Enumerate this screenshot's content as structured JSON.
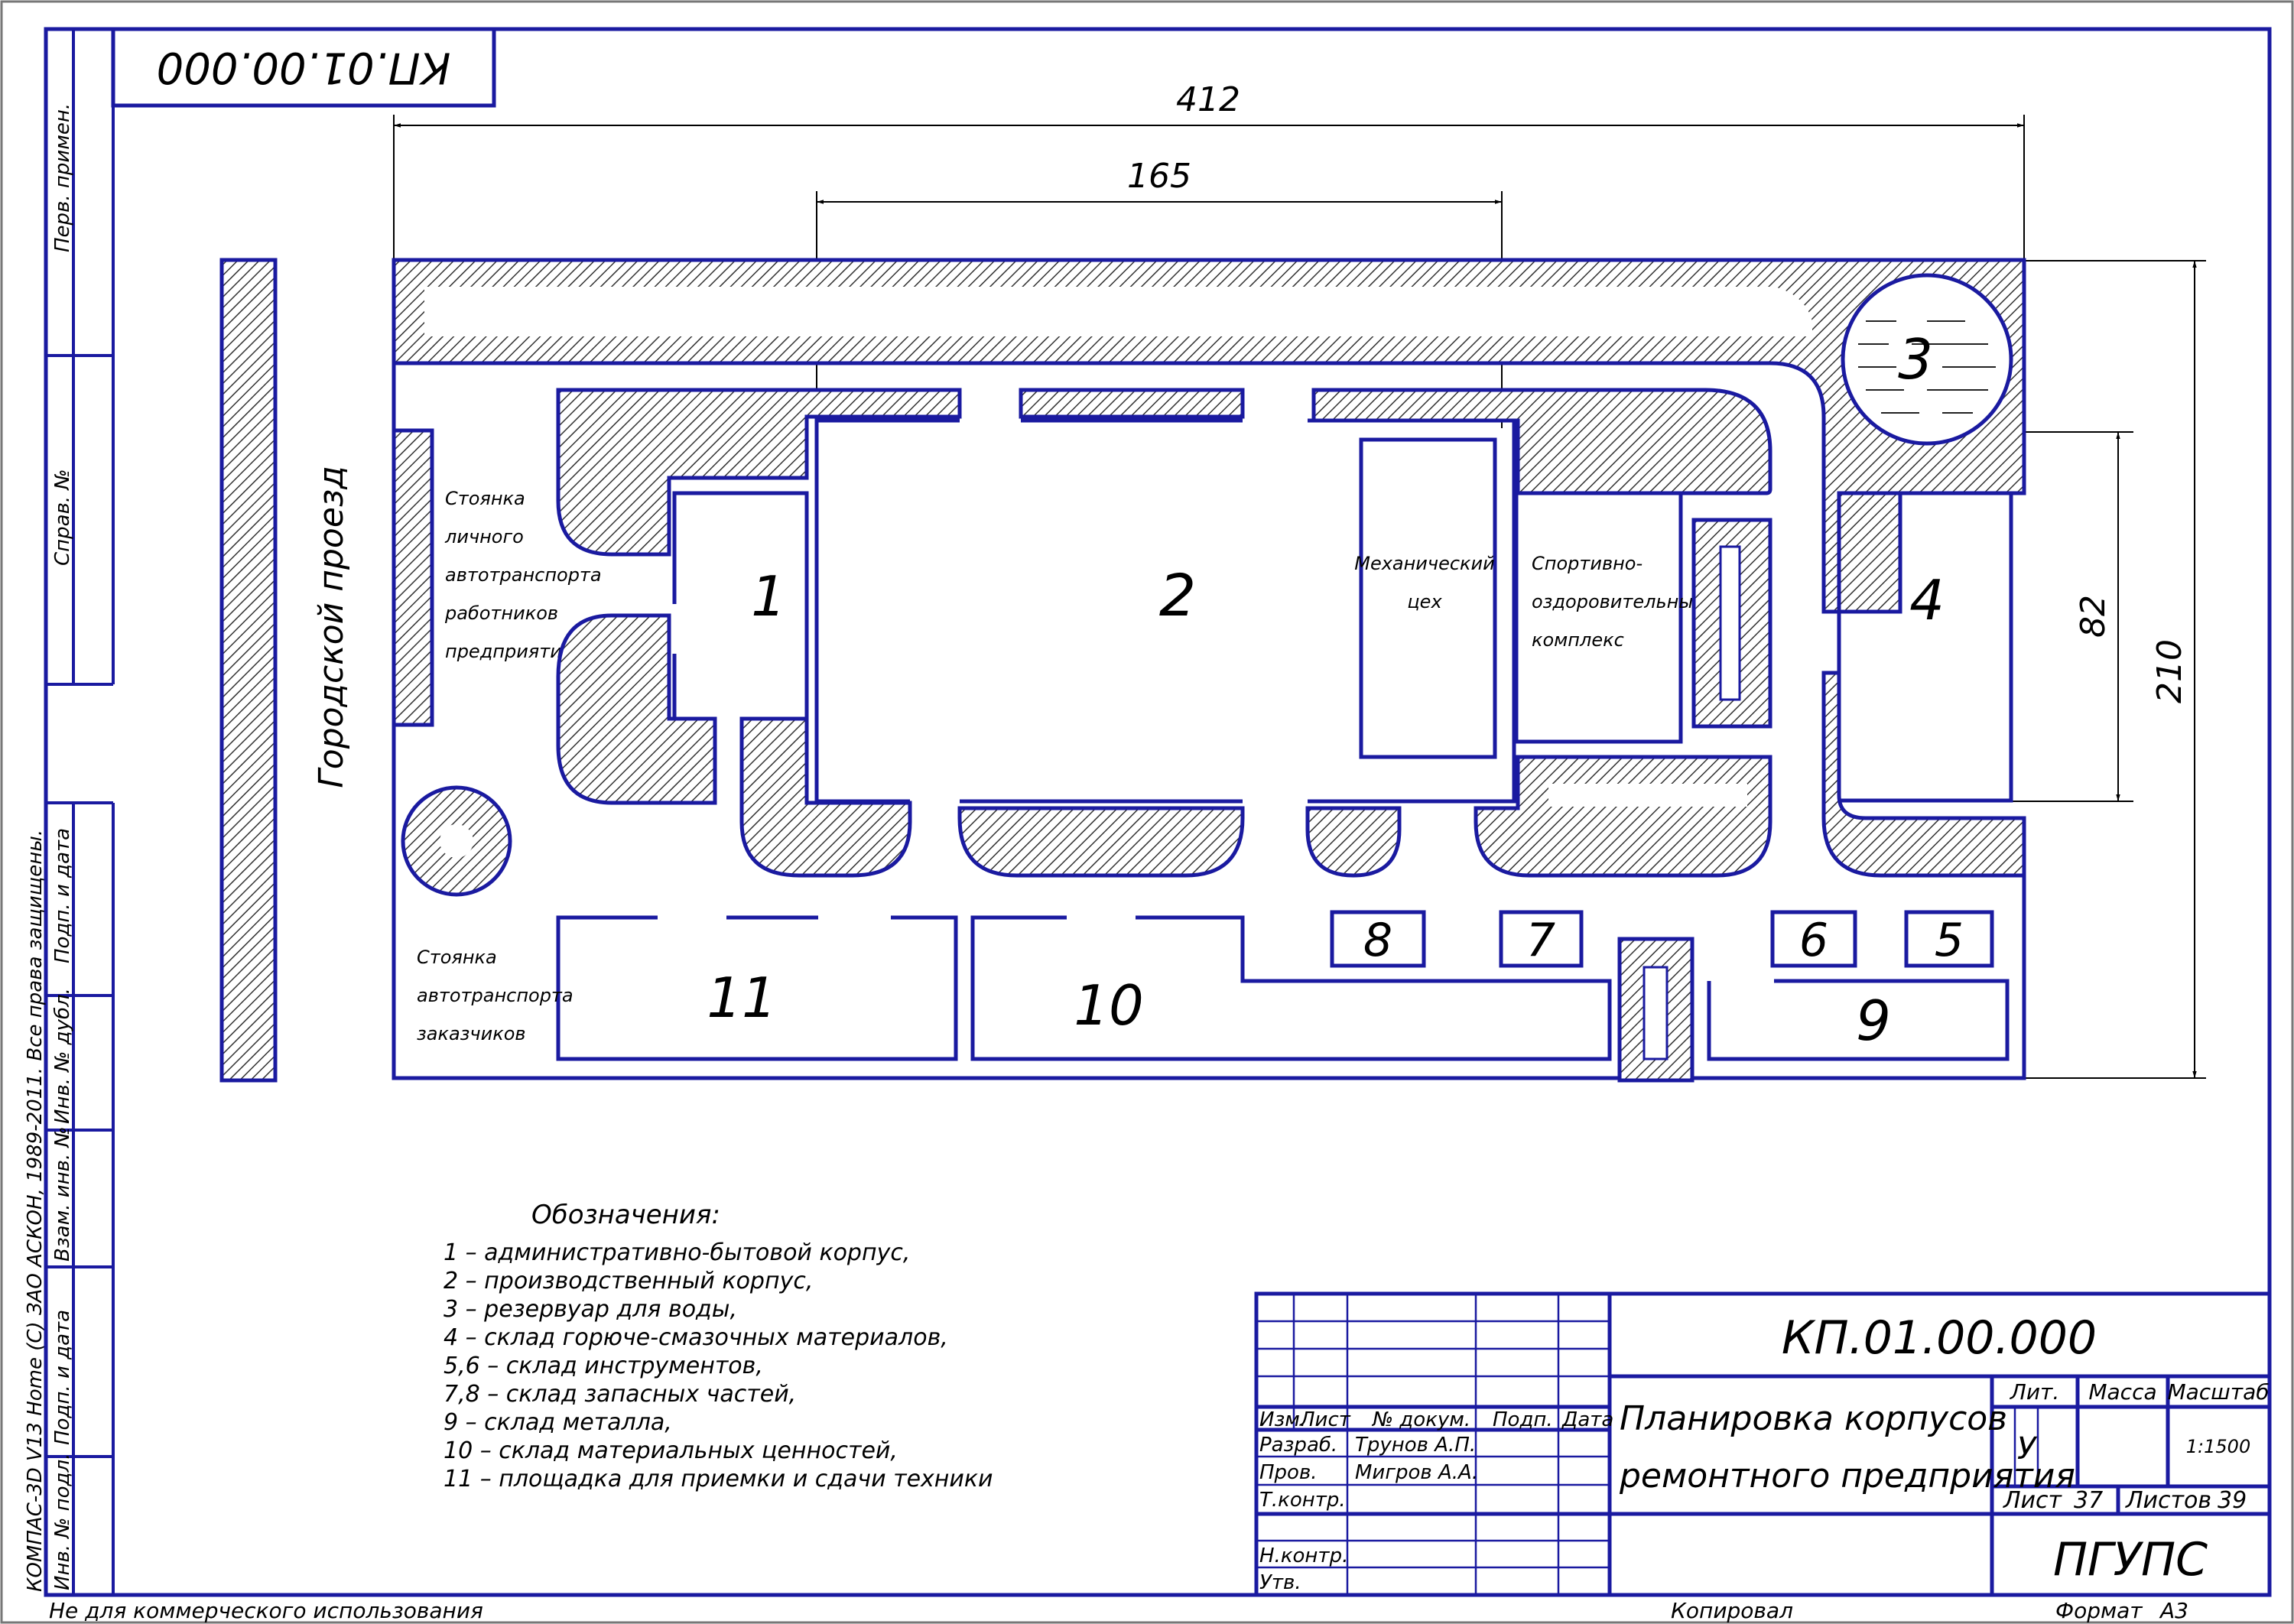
{
  "stamp_rotated": "КП.01.00.000",
  "dimensions": {
    "d412": "412",
    "d165": "165",
    "d210": "210",
    "d82": "82"
  },
  "site": {
    "road_label": "Городской проезд",
    "parking_staff": [
      "Стоянка",
      "личного",
      "автотранспорта",
      "работников",
      "предприятия"
    ],
    "parking_customers": [
      "Стоянка",
      "автотранспорта",
      "заказчиков"
    ],
    "mech_shop": [
      "Механический",
      "цех"
    ],
    "sports_complex": [
      "Спортивно-",
      "оздоровительный",
      "комплекс"
    ],
    "numbers": {
      "n1": "1",
      "n2": "2",
      "n3": "3",
      "n4": "4",
      "n5": "5",
      "n6": "6",
      "n7": "7",
      "n8": "8",
      "n9": "9",
      "n10": "10",
      "n11": "11"
    }
  },
  "legend": {
    "title": "Обозначения:",
    "items": [
      "1    – административно-бытовой корпус,",
      "2    – производственный корпус,",
      "3    – резервуар для воды,",
      "4    – склад горюче-смазочных материалов,",
      "5,6 – склад инструментов,",
      "7,8 – склад запасных частей,",
      "9    – склад металла,",
      "10 – склад материальных ценностей,",
      "11  – площадка для приемки и сдачи техники"
    ]
  },
  "left_strip": {
    "perv_primen": "Перв. примен.",
    "sprav": "Справ. №",
    "podp_data_1": "Подп. и дата",
    "inv_dubl": "Инв. № дубл.",
    "vzam_inv": "Взам. инв. №",
    "podp_data_2": "Подп. и дата",
    "inv_podl": "Инв. № подл."
  },
  "copyright": "КОМПАС-3D V13 Home (С) ЗАО АСКОН, 1989-2011. Все права защищены.",
  "footer": {
    "noncommercial": "Не для коммерческого использования",
    "copied": "Копировал",
    "format_label": "Формат",
    "format_value": "А3"
  },
  "title_block": {
    "designation": "КП.01.00.000",
    "title_line1": "Планировка корпусов",
    "title_line2": "ремонтного предприятия",
    "head": {
      "izm": "Изм.",
      "list": "Лист",
      "doc": "№ докум.",
      "podp": "Подп.",
      "date": "Дата"
    },
    "rows": {
      "razrab": "Разраб.",
      "prov": "Пров.",
      "tkontr": "Т.контр.",
      "nkontr": "Н.контр.",
      "utv": "Утв."
    },
    "names": {
      "razrab": "Трунов А.П.",
      "prov": "Мигров А.А."
    },
    "lit_label": "Лит.",
    "massa_label": "Масса",
    "masshtab_label": "Масштаб",
    "lit_value": "У",
    "scale_value": "1:1500",
    "sheet_label": "Лист",
    "sheet_value": "37",
    "sheets_label": "Листов",
    "sheets_value": "39",
    "org": "ПГУПС"
  }
}
